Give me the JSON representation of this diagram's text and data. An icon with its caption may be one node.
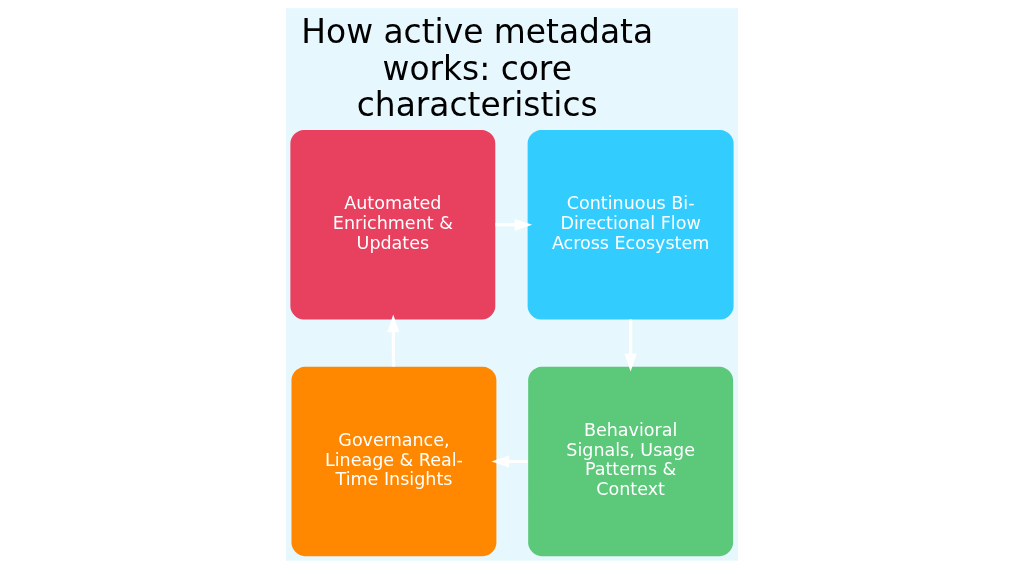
{
  "diagram": {
    "title": "How active metadata works: core characteristics",
    "nodes": [
      {
        "text": [
          "Automated Enrichment & Updates"
        ]
      },
      {
        "text": [
          "Continuous Bi-Directional Flow Across Ecosystem"
        ]
      },
      {
        "text": [
          "Governance, Lineage & Real-Time Insights"
        ]
      },
      {
        "text": [
          "Behavioral Signals, Usage Patterns & Context"
        ]
      }
    ],
    "edges": [
      {
        "from": 0,
        "to": 1,
        "arrow": "to"
      },
      {
        "from": 1,
        "to": 3,
        "arrow": "to"
      },
      {
        "from": 3,
        "to": 2,
        "arrow": "to"
      },
      {
        "from": 2,
        "to": 0,
        "arrow": "to"
      }
    ]
  }
}
